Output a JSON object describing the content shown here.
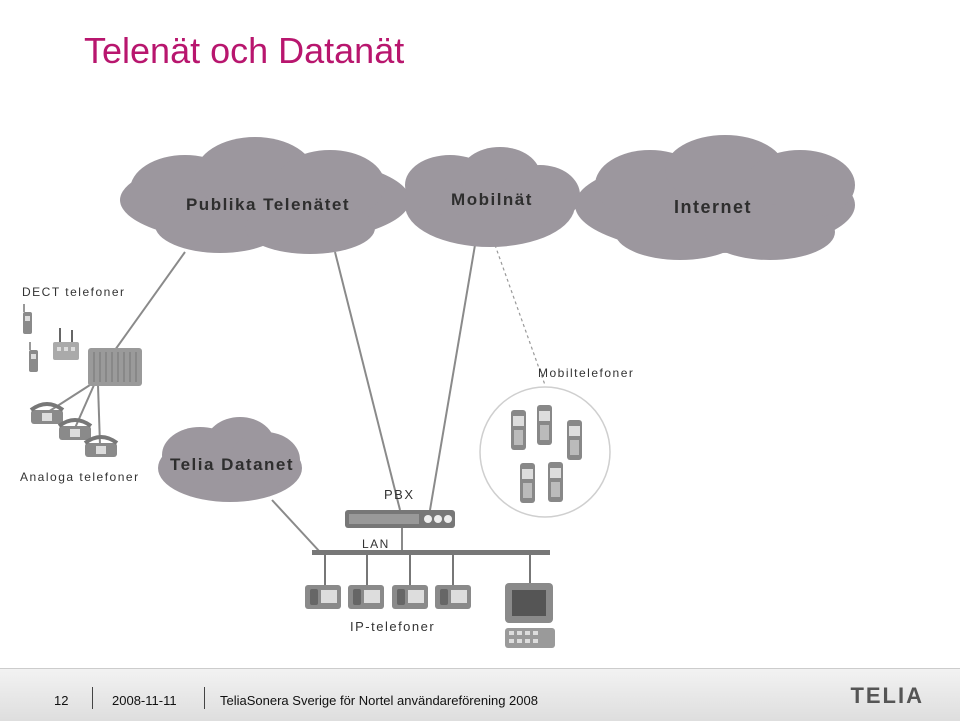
{
  "slide": {
    "title": "Telenät och Datanät"
  },
  "diagram": {
    "clouds": {
      "publika": "Publika Telenätet",
      "mobil": "Mobilnät",
      "internet": "Internet",
      "datanet": "Telia Datanet"
    },
    "labels": {
      "dect": "DECT telefoner",
      "analog": "Analoga telefoner",
      "mobile": "Mobiltelefoner",
      "pbx": "PBX",
      "lan": "LAN",
      "ip": "IP-telefoner"
    }
  },
  "footer": {
    "page": "12",
    "date": "2008-11-11",
    "org": "TeliaSonera Sverige för Nortel användareförening 2008",
    "logo": "TELIA"
  }
}
